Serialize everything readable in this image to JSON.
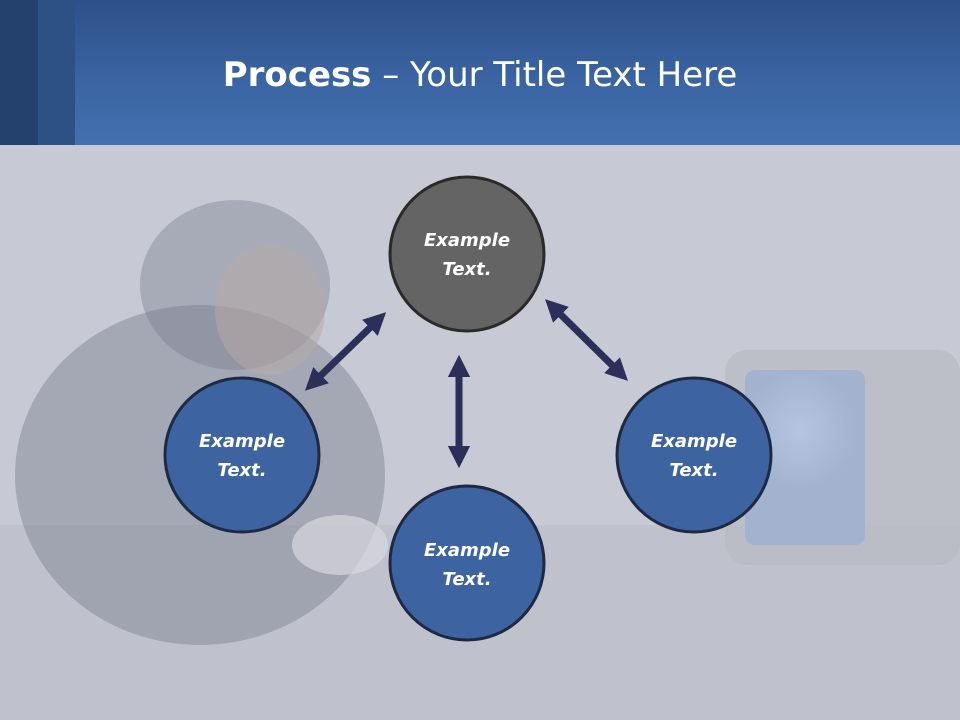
{
  "slide": {
    "title_bold": "Process",
    "title_rest": " – Your Title Text Here"
  },
  "diagram": {
    "nodes": [
      {
        "id": "top",
        "line1": "Example",
        "line2": "Text.",
        "fill": "#646464"
      },
      {
        "id": "left",
        "line1": "Example",
        "line2": "Text.",
        "fill": "#3d64a0"
      },
      {
        "id": "right",
        "line1": "Example",
        "line2": "Text.",
        "fill": "#3d64a0"
      },
      {
        "id": "bottom",
        "line1": "Example",
        "line2": "Text.",
        "fill": "#3d64a0"
      }
    ],
    "arrow_color": "#2b2f5a",
    "node_stroke": "#1e2a44"
  },
  "colors": {
    "header": "#3a64a2",
    "background": "#c6c9d3"
  }
}
